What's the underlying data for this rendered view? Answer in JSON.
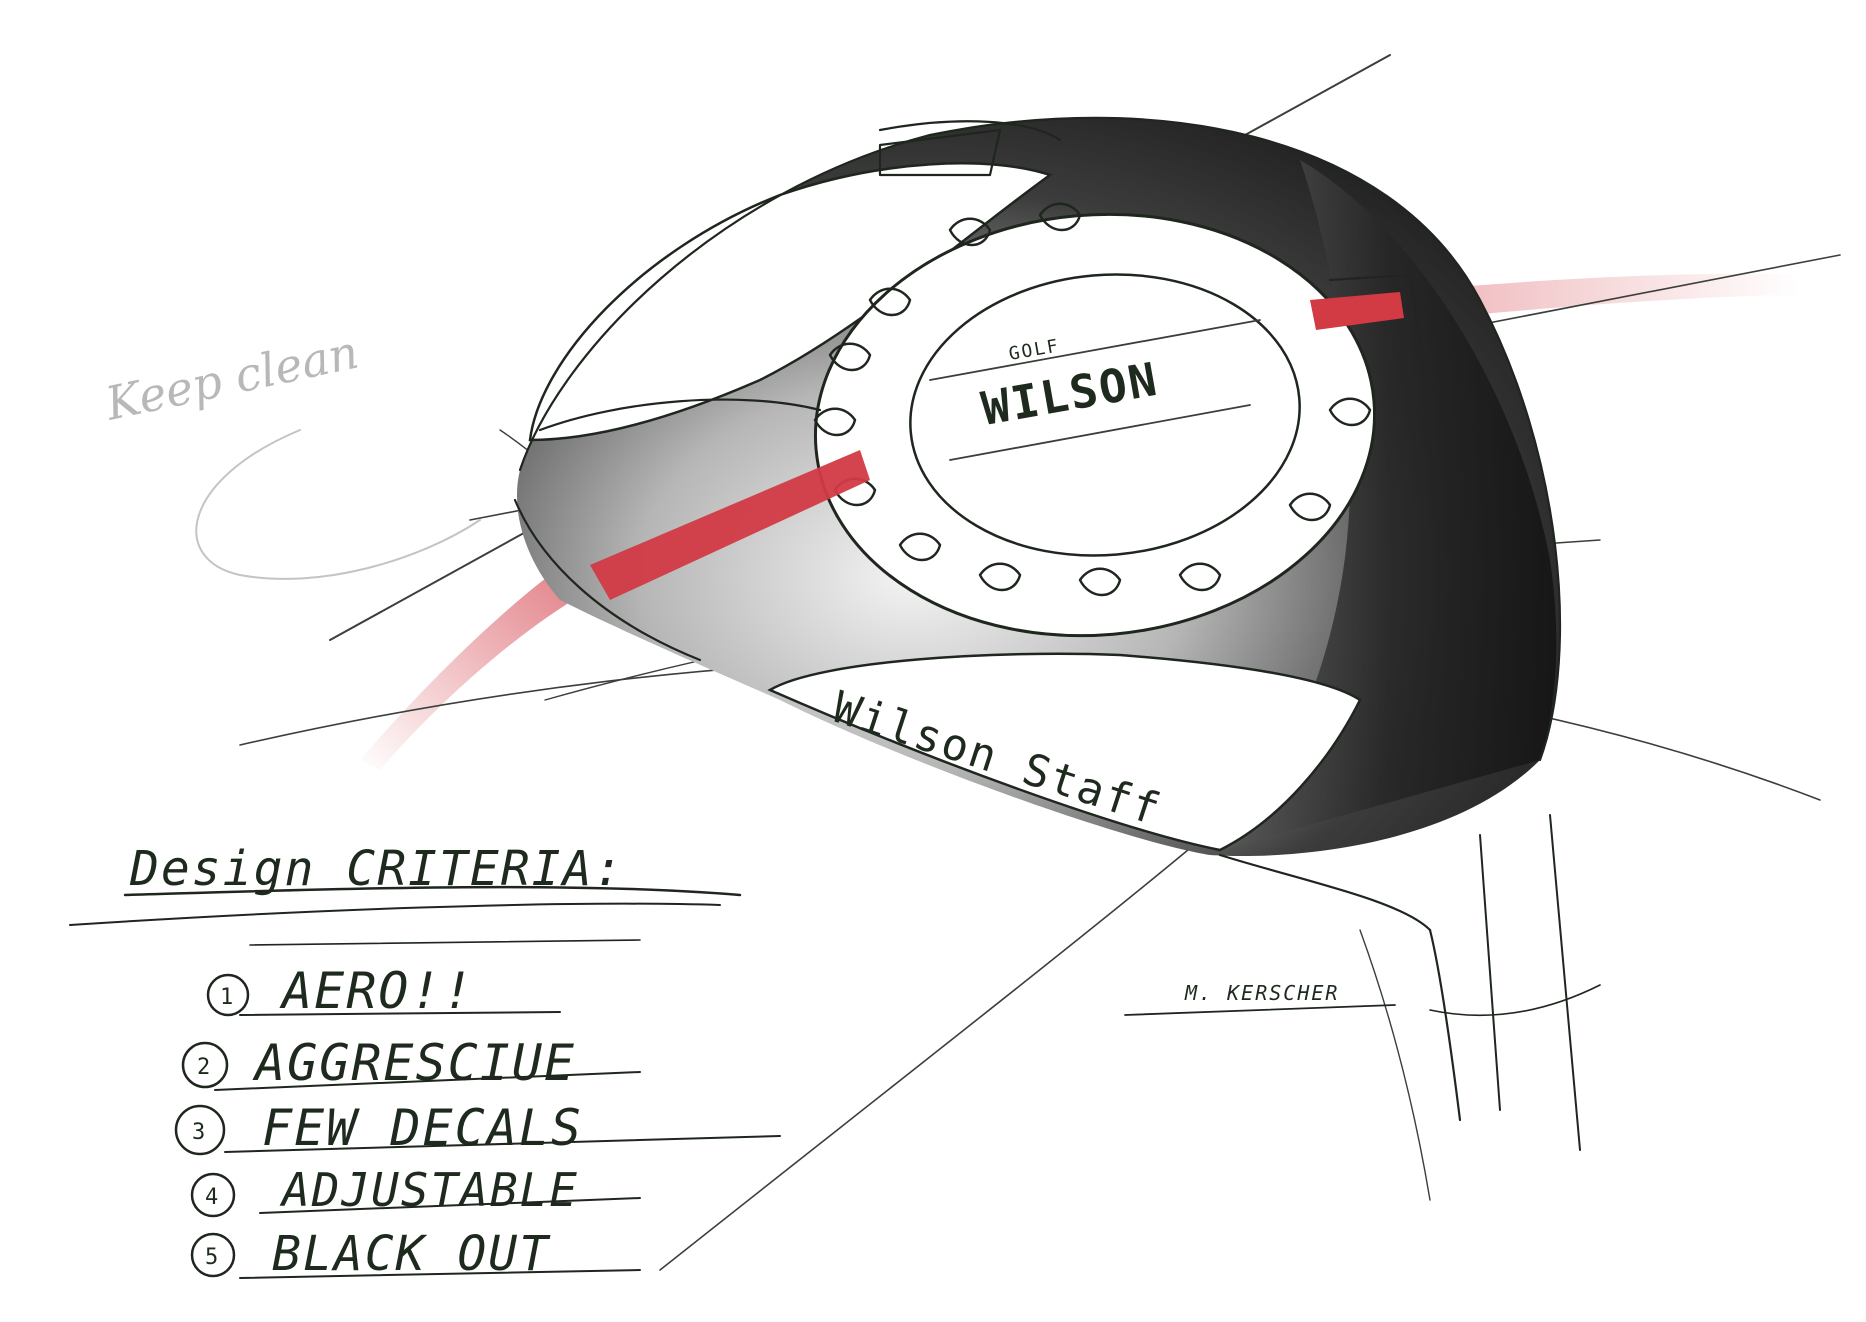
{
  "sketch": {
    "heading": "Design CRITERIA:",
    "criteria": [
      {
        "marker": "1",
        "label": "AERO!!"
      },
      {
        "marker": "2",
        "label": "AGGRESCIUE"
      },
      {
        "marker": "3",
        "label": "FEW DECALS"
      },
      {
        "marker": "4",
        "label": "ADJUSTABLE"
      },
      {
        "marker": "5",
        "label": "BLACK OUT"
      }
    ],
    "crown_text": "Wilson Staff",
    "sole_brand_top": "GOLF",
    "sole_brand_main": "WILSON",
    "signature": "M. KERSCHER",
    "faint_note": "Keep clean"
  },
  "colors": {
    "ink": "#1e261e",
    "head_dark": "#1c1c1c",
    "head_mid": "#8a8a8a",
    "head_light": "#f2f2f2",
    "accent_red": "#d23a44",
    "paper": "#ffffff"
  }
}
